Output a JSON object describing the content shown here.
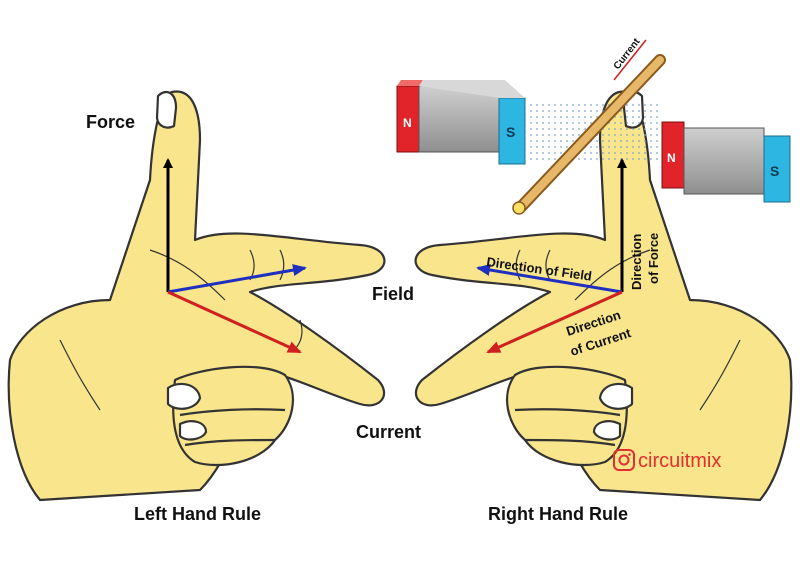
{
  "left_diagram": {
    "caption": "Left Hand Rule",
    "force_label": "Force",
    "field_label": "Field",
    "current_label": "Current"
  },
  "right_diagram": {
    "caption": "Right Hand Rule",
    "direction_of_field": "Direction of Field",
    "direction_of_force_line1": "Direction",
    "direction_of_force_line2": "of Force",
    "direction_of_current_line1": "Direction",
    "direction_of_current_line2": "of Current",
    "conductor_label": "Current"
  },
  "magnets": {
    "north": "N",
    "south": "S"
  },
  "watermark": {
    "handle": "circuitmix",
    "icon": "instagram-icon"
  },
  "colors": {
    "skin": "#f8e58c",
    "skin_outline": "#333333",
    "field_arrow": "#1f2fbf",
    "current_arrow": "#d02020",
    "force_arrow": "#000000",
    "north_pole": "#e0242a",
    "south_pole": "#2eb6e3",
    "magnet_body": "#a9a9a9",
    "conductor": "#d6a050",
    "watermark": "#e03030"
  }
}
